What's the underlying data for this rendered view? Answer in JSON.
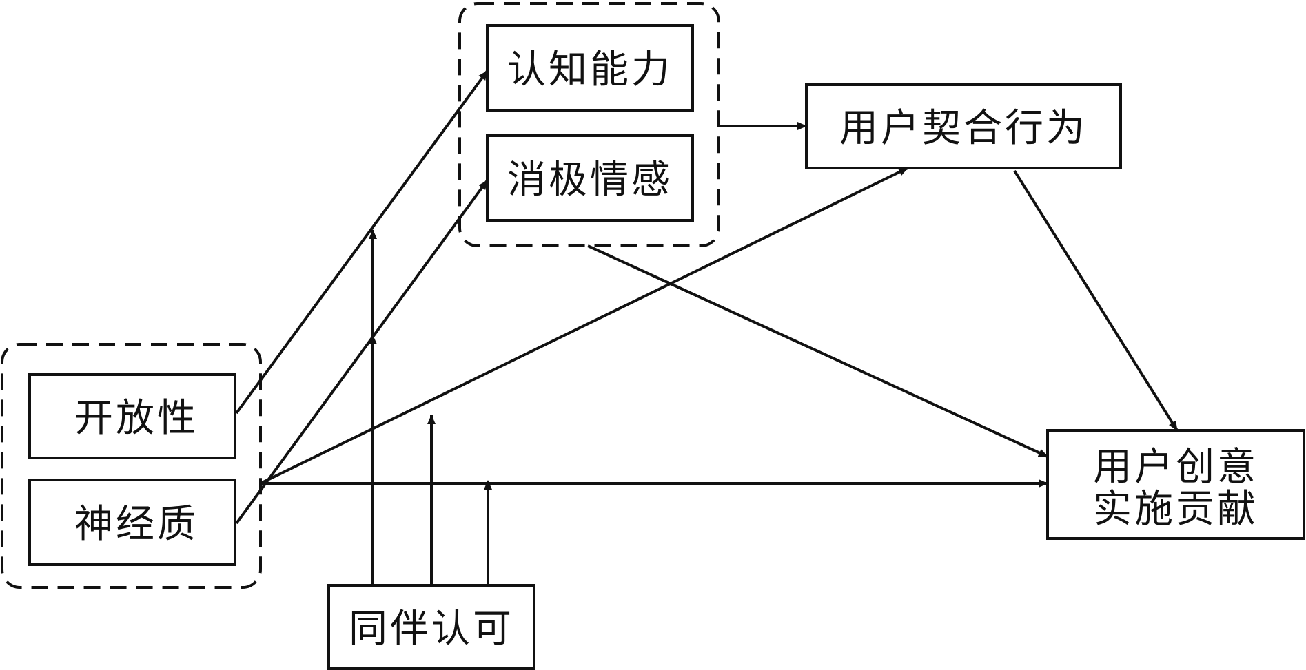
{
  "nodes": {
    "cognitive_ability": "认知能力",
    "negative_affect": "消极情感",
    "user_engagement": "用户契合行为",
    "openness": "开放性",
    "neuroticism": "神经质",
    "peer_recognition": "同伴认可",
    "contribution_line1": "用户创意",
    "contribution_line2": "实施贡献"
  },
  "colors": {
    "stroke": "#111111",
    "background": "#ffffff"
  }
}
